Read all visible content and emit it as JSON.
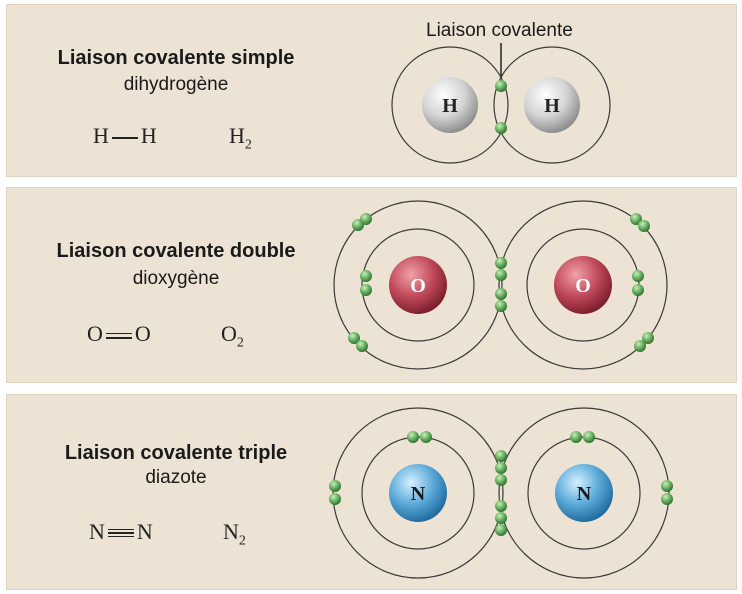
{
  "annotation": "Liaison covalente",
  "panels": [
    {
      "title": "Liaison covalente simple",
      "subtitle": "dihydrogène",
      "structural": {
        "left": "H",
        "right": "H",
        "bond_lines": 1
      },
      "molecular": {
        "symbol": "H",
        "subscript": "2"
      },
      "atom_label": "H",
      "atom_color": "#c8c8c8"
    },
    {
      "title": "Liaison covalente double",
      "subtitle": "dioxygène",
      "structural": {
        "left": "O",
        "right": "O",
        "bond_lines": 2
      },
      "molecular": {
        "symbol": "O",
        "subscript": "2"
      },
      "atom_label": "O",
      "atom_color": "#c0495a"
    },
    {
      "title": "Liaison covalente triple",
      "subtitle": "diazote",
      "structural": {
        "left": "N",
        "right": "N",
        "bond_lines": 3
      },
      "molecular": {
        "symbol": "N",
        "subscript": "2"
      },
      "atom_label": "N",
      "atom_color": "#5aa9d8"
    }
  ],
  "colors": {
    "electron": "#5fa85a",
    "orbit": "#3a3a3a",
    "panel_bg": "#ede3d4"
  }
}
